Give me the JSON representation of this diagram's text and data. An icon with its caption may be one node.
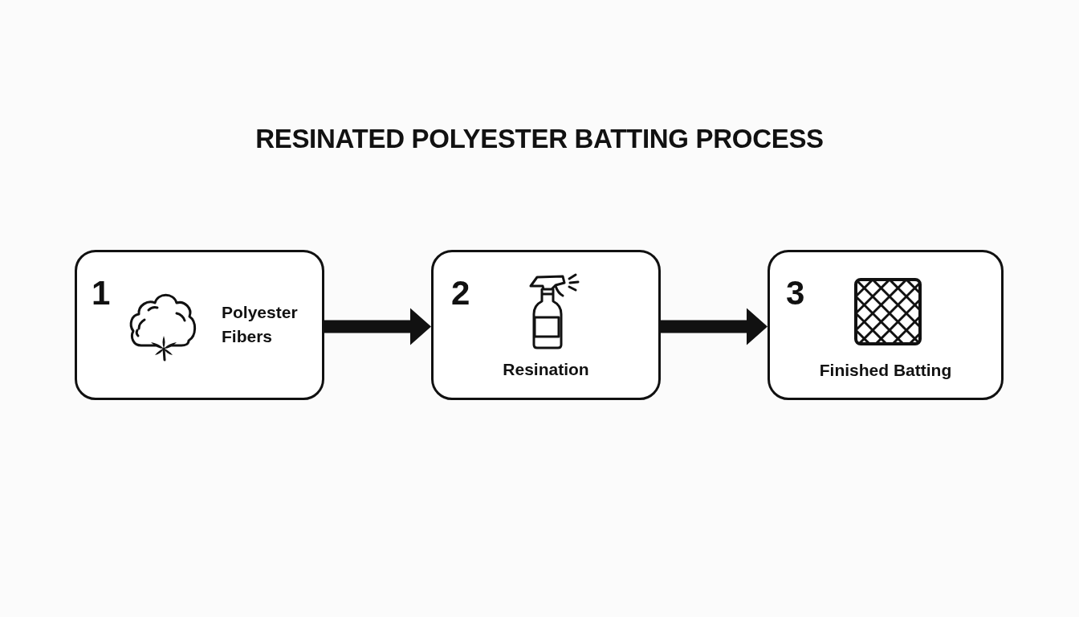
{
  "diagram": {
    "title": "RESINATED POLYESTER BATTING PROCESS",
    "nodes": [
      {
        "text": [
          "1",
          "Polyester Fibers"
        ]
      },
      {
        "text": [
          "2",
          "Resination"
        ]
      },
      {
        "text": [
          "3",
          "Finished Batting"
        ]
      }
    ],
    "edges": [
      {
        "from": 0,
        "to": 1,
        "arrow": "to",
        "style": "thick"
      },
      {
        "from": 1,
        "to": 2,
        "arrow": "to",
        "style": "thick"
      }
    ]
  }
}
